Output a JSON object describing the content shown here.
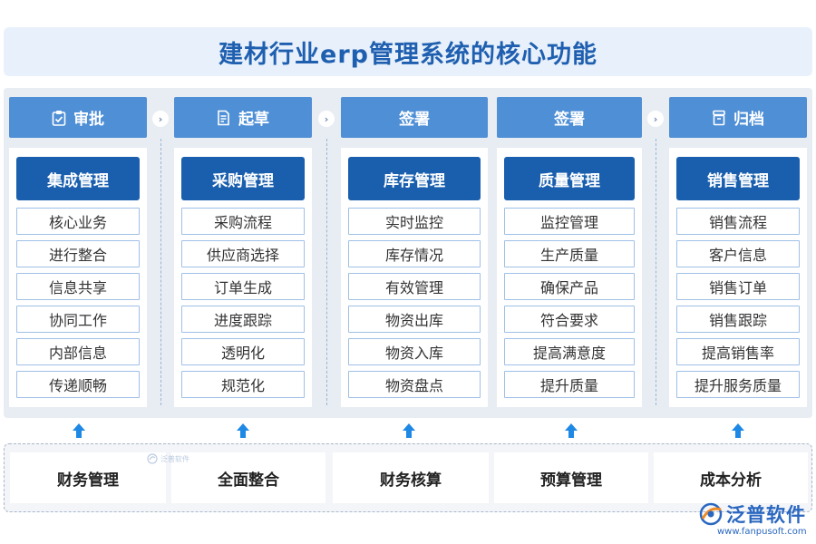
{
  "title": "建材行业erp管理系统的核心功能",
  "colors": {
    "title": "#1f5fb0",
    "phase": "#4f8fd6",
    "header": "#1a5fae",
    "panel": "#e8edf3",
    "item_border": "#9fc0e6",
    "arrow": "#1e88e5"
  },
  "columns": [
    {
      "phase": "审批",
      "phase_icon": "clipboard-check-icon",
      "header": "集成管理",
      "items": [
        "核心业务",
        "进行整合",
        "信息共享",
        "协同工作",
        "内部信息",
        "传递顺畅"
      ]
    },
    {
      "phase": "起草",
      "phase_icon": "document-edit-icon",
      "header": "采购管理",
      "items": [
        "采购流程",
        "供应商选择",
        "订单生成",
        "进度跟踪",
        "透明化",
        "规范化"
      ]
    },
    {
      "phase": "签署",
      "phase_icon": "",
      "header": "库存管理",
      "items": [
        "实时监控",
        "库存情况",
        "有效管理",
        "物资出库",
        "物资入库",
        "物资盘点"
      ]
    },
    {
      "phase": "签署",
      "phase_icon": "",
      "header": "质量管理",
      "items": [
        "监控管理",
        "生产质量",
        "确保产品",
        "符合要求",
        "提高满意度",
        "提升质量"
      ]
    },
    {
      "phase": "归档",
      "phase_icon": "archive-box-icon",
      "header": "销售管理",
      "items": [
        "销售流程",
        "客户信息",
        "销售订单",
        "销售跟踪",
        "提高销售率",
        "提升服务质量"
      ]
    }
  ],
  "bottom": [
    "财务管理",
    "全面整合",
    "财务核算",
    "预算管理",
    "成本分析"
  ],
  "watermark": "泛普软件",
  "logo": {
    "brand": "泛普软件",
    "url": "www.fanpusoft.com"
  }
}
